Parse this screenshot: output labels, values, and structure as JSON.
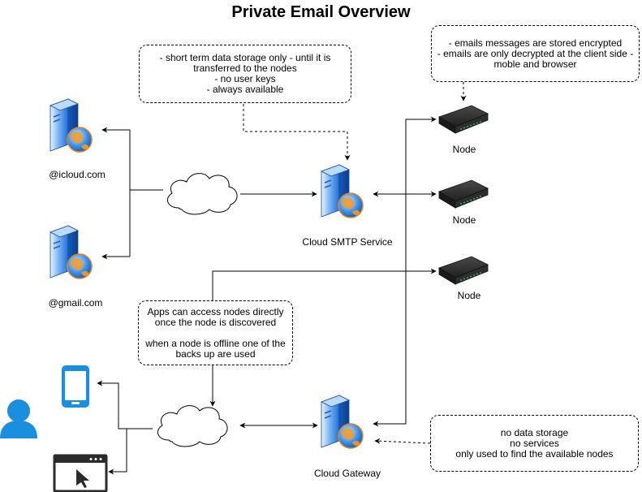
{
  "title": "Private Email Overview",
  "notes": {
    "smtp_storage": "- short term data storage only - until it is\ntransferred to the nodes\n- no user keys\n- always available",
    "encryption": "- emails messages are stored encrypted\n- emails are only decrypted at the client side -\nmoble and browser",
    "apps_access": "Apps can access nodes directly\nonce the node is discovered\n\nwhen a node is offline one of the\nbacks up are used",
    "gateway": "no data storage\nno services\nonly used to find the available nodes"
  },
  "labels": {
    "icloud": "@icloud.com",
    "gmail": "@gmail.com",
    "smtp": "Cloud SMTP Service",
    "gateway": "Cloud Gateway",
    "node1": "Node",
    "node2": "Node",
    "node3": "Node"
  },
  "colors": {
    "server_blue": "#1e6fd9",
    "person_blue": "#1a8fe0",
    "node_dark": "#2b2b2b",
    "line": "#000000"
  },
  "icons": [
    "server-globe-icon",
    "cloud-icon",
    "node-device-icon",
    "person-icon",
    "mobile-phone-icon",
    "browser-window-icon"
  ]
}
